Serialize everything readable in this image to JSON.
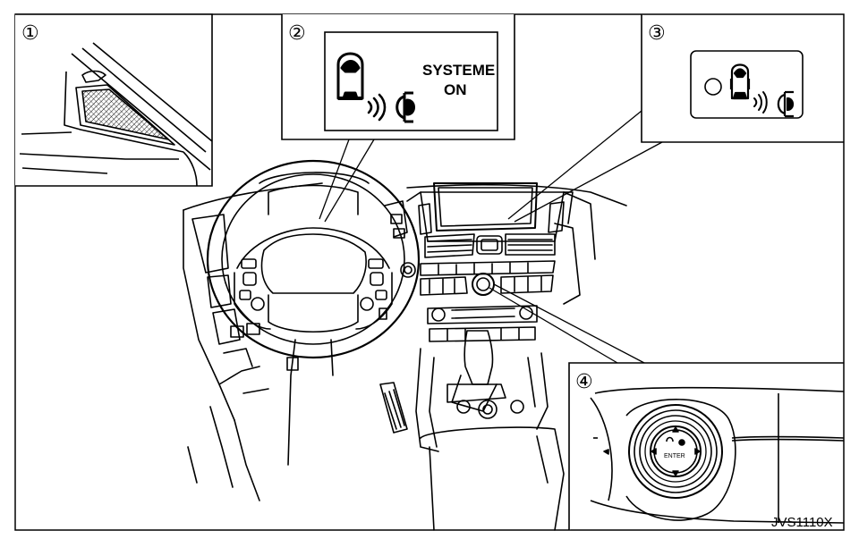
{
  "callouts": [
    {
      "id": 1,
      "label": "①"
    },
    {
      "id": 2,
      "label": "②"
    },
    {
      "id": 3,
      "label": "③"
    },
    {
      "id": 4,
      "label": "④"
    }
  ],
  "indicator_text": {
    "line1": "SYSTEME",
    "line2": "ON"
  },
  "controller": {
    "button_label": "ENTER"
  },
  "figure_code": "JVS1110X"
}
